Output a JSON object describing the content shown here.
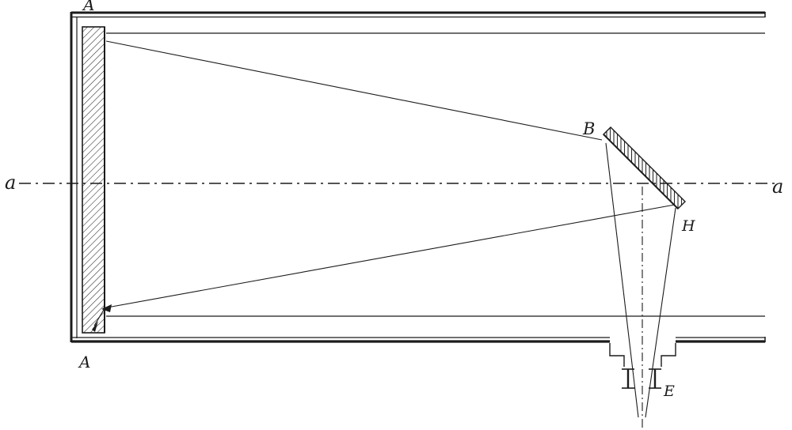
{
  "figure": {
    "type": "engraving-diagram",
    "subject": "Reflecting telescope tube: primary mirror A-A at left, optical axis a-a, inclined diagonal mirror B-H, eyepiece E below the tube",
    "labels": {
      "primary_mirror_top": "A",
      "primary_mirror_bottom": "A",
      "axis_left": "a",
      "axis_right": "a",
      "diagonal_mirror": "B",
      "diagonal_mirror_lower": "H",
      "eyepiece": "E"
    },
    "colors": {
      "ink": "#1b1b1b",
      "paper": "#ffffff"
    }
  }
}
